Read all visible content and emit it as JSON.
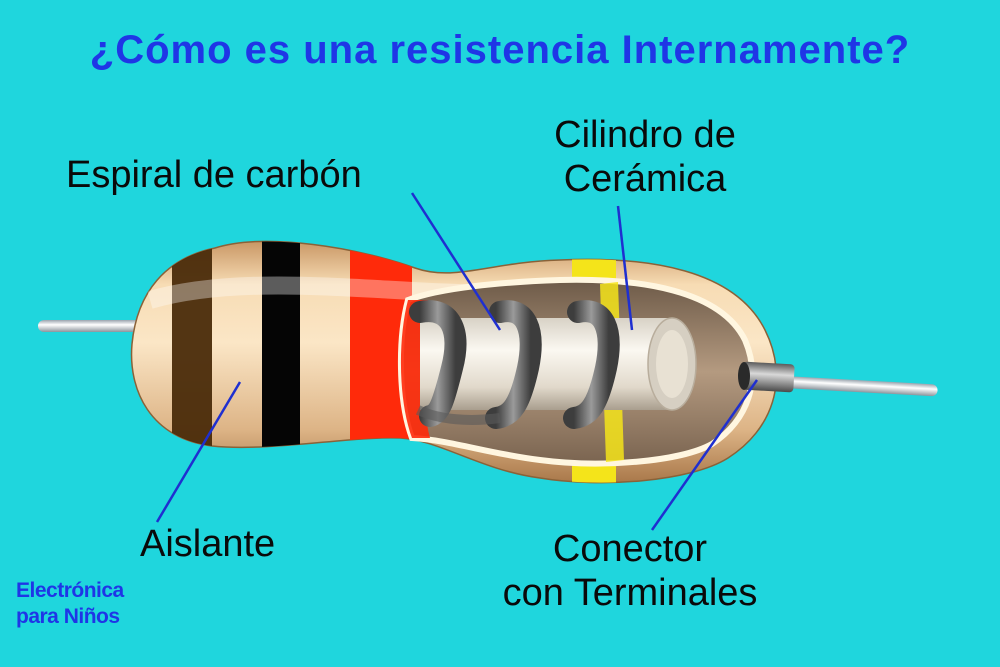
{
  "title": "¿Cómo es una resistencia Internamente?",
  "labels": {
    "espiral": "Espiral de carbón",
    "cilindro_line1": "Cilindro de",
    "cilindro_line2": "Cerámica",
    "aislante": "Aislante",
    "conector_line1": "Conector",
    "conector_line2": "con Terminales"
  },
  "brand": {
    "line1": "Electrónica",
    "line2": "para Niños"
  },
  "colors": {
    "background": "#1fd6dd",
    "title": "#1f36e6",
    "pointer_line": "#1f2fd0",
    "band_brown": "#4a2b0a",
    "band_black": "#050505",
    "band_red": "#ff2a0a",
    "band_yellow": "#f4e41a"
  }
}
